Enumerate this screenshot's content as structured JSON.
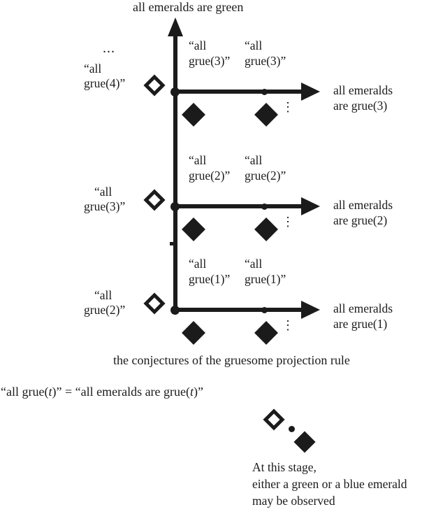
{
  "colors": {
    "ink": "#1b1b1b",
    "background": "#ffffff"
  },
  "title": "all emeralds are green",
  "top_ellipsis": "...",
  "caption": "the conjectures of the gruesome projection rule",
  "equation": {
    "parts": [
      "“all grue(",
      "t",
      ")” = “all emeralds are grue(",
      "t",
      ")”"
    ]
  },
  "rows": [
    {
      "left_label": [
        "“all",
        "grue(4)”"
      ],
      "above_labels": [
        [
          "“all",
          "grue(3)”"
        ],
        [
          "“all",
          "grue(3)”"
        ]
      ],
      "right_label": [
        "all emeralds",
        "are grue(3)"
      ],
      "vdots": "⋮"
    },
    {
      "left_label": [
        "“all",
        "grue(3)”"
      ],
      "above_labels": [
        [
          "“all",
          "grue(2)”"
        ],
        [
          "“all",
          "grue(2)”"
        ]
      ],
      "right_label": [
        "all emeralds",
        "are grue(2)"
      ],
      "vdots": "⋮"
    },
    {
      "left_label": [
        "“all",
        "grue(2)”"
      ],
      "above_labels": [
        [
          "“all",
          "grue(1)”"
        ],
        [
          "“all",
          "grue(1)”"
        ]
      ],
      "right_label": [
        "all emeralds",
        "are grue(1)"
      ],
      "vdots": "⋮"
    }
  ],
  "legend": {
    "lines": [
      "At this stage,",
      "either a green or a blue emerald",
      "may be observed"
    ]
  },
  "icons": {
    "open_diamond": "◇",
    "filled_diamond": "◆",
    "dot": "•",
    "up_arrow": "↑",
    "right_arrow": "→"
  }
}
